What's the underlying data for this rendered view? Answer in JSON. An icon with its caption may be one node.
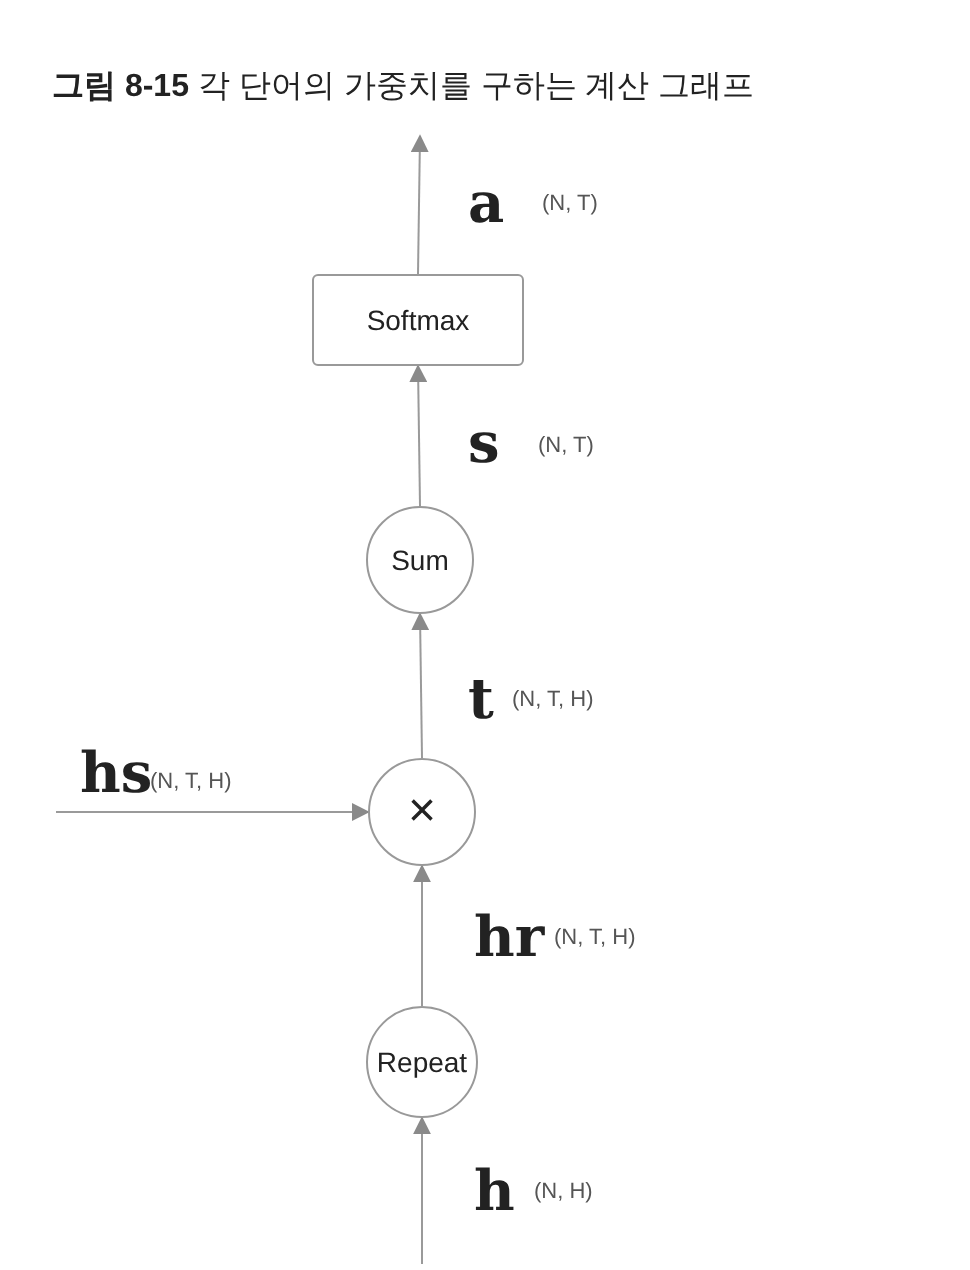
{
  "diagram": {
    "title": "**그림 8-15** 각 단어의 가중치를 구하는 계산 그래프",
    "nodes": [
      {
        "text": [
          "Softmax"
        ]
      },
      {
        "text": [
          "Sum"
        ]
      },
      {
        "text": [
          "×"
        ]
      },
      {
        "text": [
          "Repeat"
        ]
      }
    ],
    "edges": [
      {
        "from": 0,
        "to": null,
        "arrow": "to",
        "label": "a"
      },
      {
        "from": 1,
        "to": 0,
        "arrow": "to",
        "label": "s"
      },
      {
        "from": 2,
        "to": 1,
        "arrow": "to",
        "label": "t"
      },
      {
        "from": null,
        "to": 2,
        "arrow": "to",
        "label": "hs"
      },
      {
        "from": 3,
        "to": 2,
        "arrow": "to",
        "label": "hr"
      },
      {
        "from": null,
        "to": 3,
        "arrow": "to",
        "label": "h"
      }
    ],
    "labels": [
      "(N, T)",
      "(N, T)",
      "(N, T, H)",
      "(N, T, H)",
      "(N, T, H)",
      "(N, H)"
    ]
  }
}
